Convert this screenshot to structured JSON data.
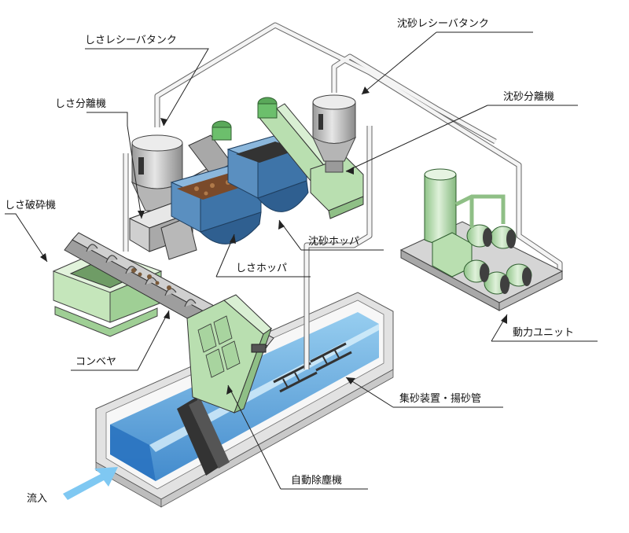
{
  "labels": {
    "screen_tank": "しさレシーバタンク",
    "grit_tank": "沈砂レシーバタンク",
    "screen_separator": "しさ分離機",
    "grit_separator": "沈砂分離機",
    "screen_crusher": "しさ破砕機",
    "grit_hopper": "沈砂ホッパ",
    "screen_hopper": "しさホッパ",
    "conveyor": "コンベヤ",
    "power_unit": "動力ユニット",
    "grit_collector": "集砂装置・揚砂管",
    "auto_screen": "自動除塵機",
    "inflow": "流入"
  },
  "colors": {
    "water": "#3a8fd6",
    "water_light": "#bfe3f7",
    "concrete": "#d9d9d9",
    "green_machine": "#b9dfb0",
    "tank_gray": "#c8c8c8",
    "hopper_blue": "#4f86b8",
    "pipe": "#f2f2f2",
    "arrow_blue": "#7fc8f2"
  }
}
